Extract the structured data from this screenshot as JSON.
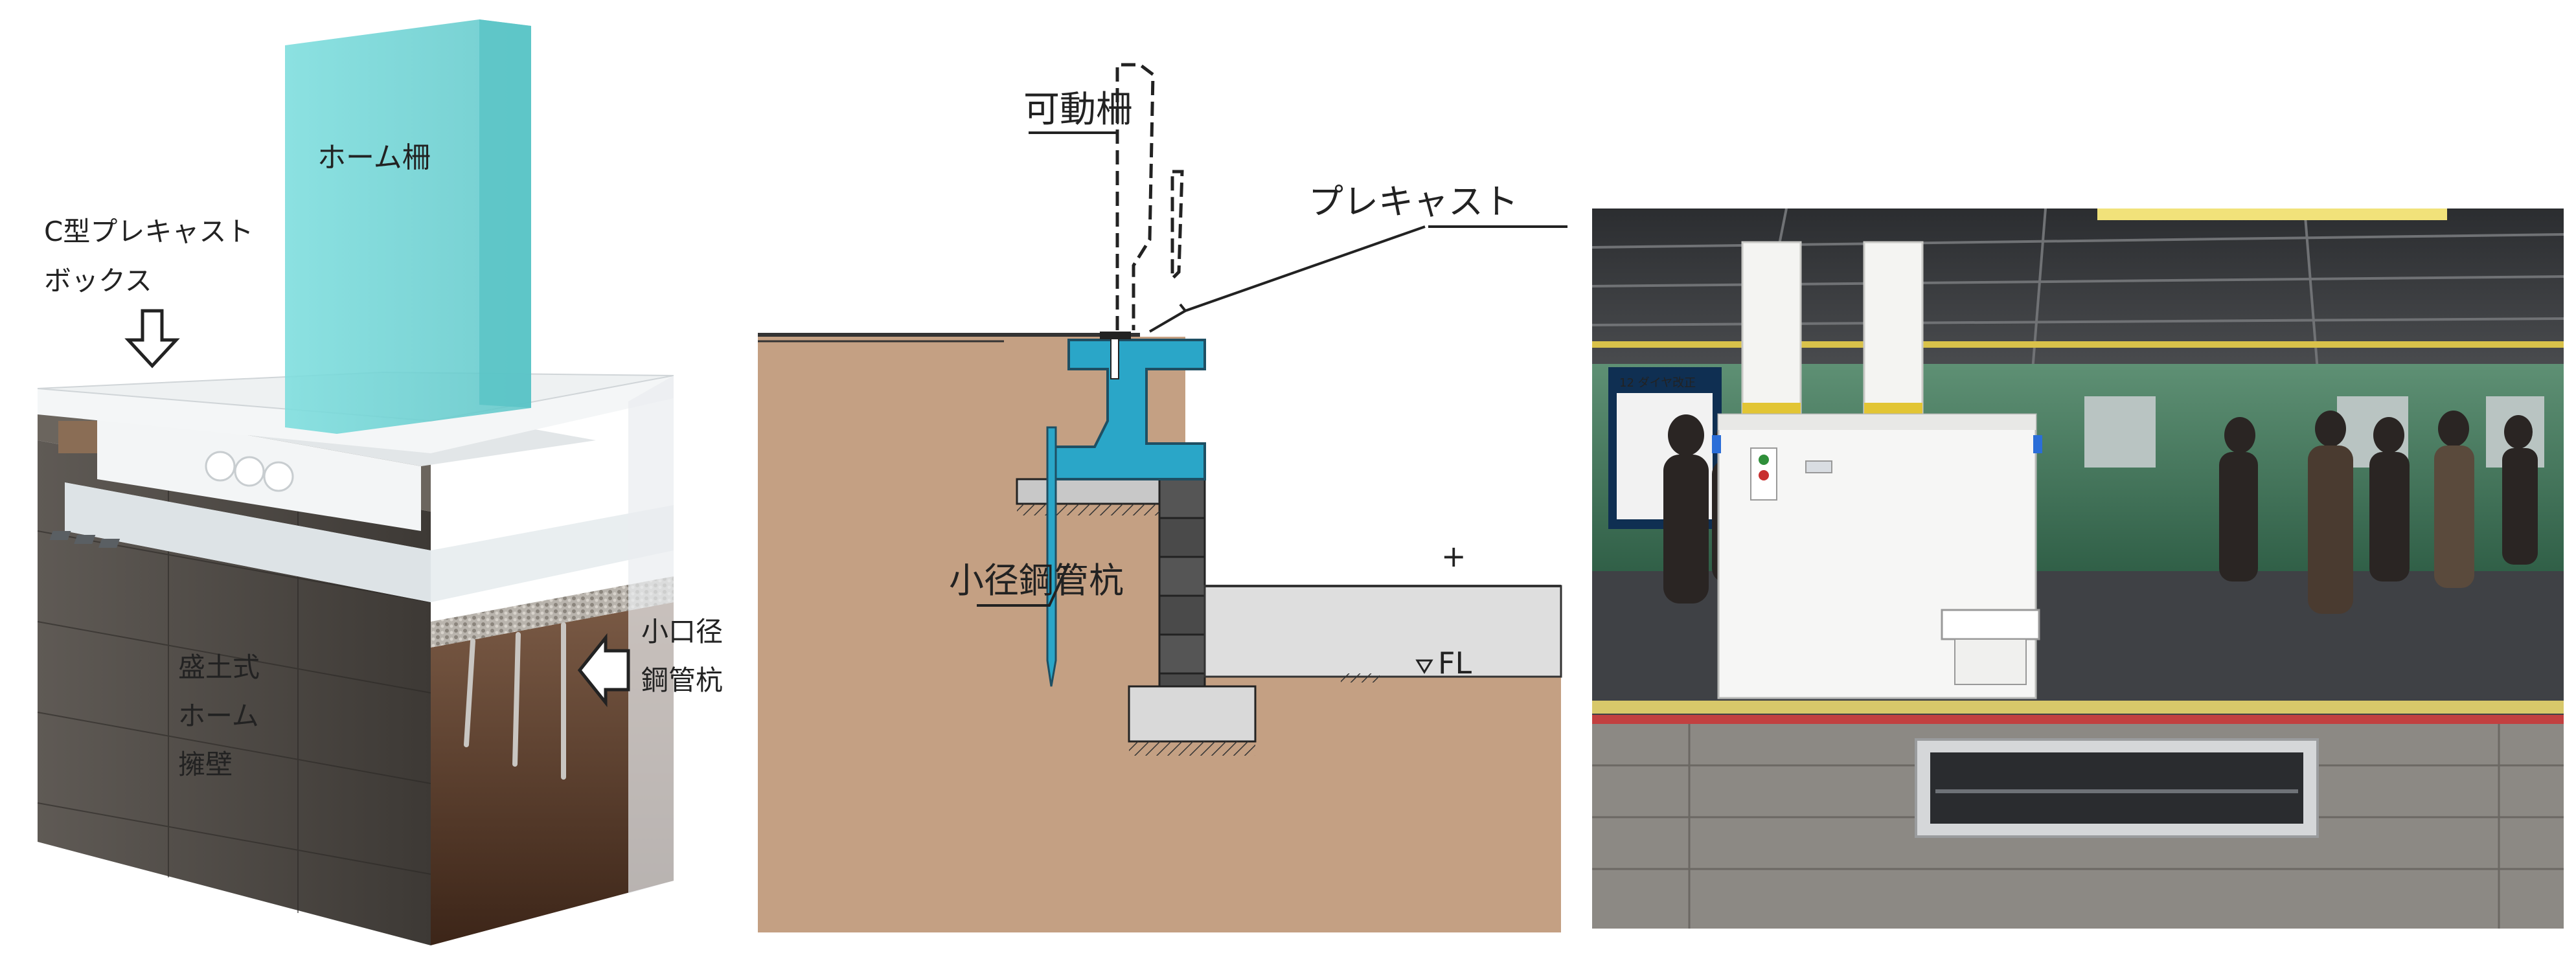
{
  "panel_3d": {
    "fence_label": "ホーム柵",
    "box_label_line1": "C型プレキャスト",
    "box_label_line2": "ボックス",
    "pile_label_line1": "小口径",
    "pile_label_line2": "鋼管杭",
    "wall_label_line1": "盛土式",
    "wall_label_line2": "ホーム",
    "wall_label_line3": "擁壁"
  },
  "panel_section": {
    "movable_fence_label": "可動柵",
    "precast_label": "プレキャスト",
    "pile_label": "小径鋼管杭",
    "plus_mark": "+",
    "fl_label": "FL"
  },
  "panel_photo": {
    "sign_text": "12 ダイヤ改正"
  },
  "colors": {
    "precast_blue": "#2aa6c8",
    "soil": "#c4a083",
    "fence_glass": "#7ed6d6",
    "train_green": "#3a7a5a"
  }
}
